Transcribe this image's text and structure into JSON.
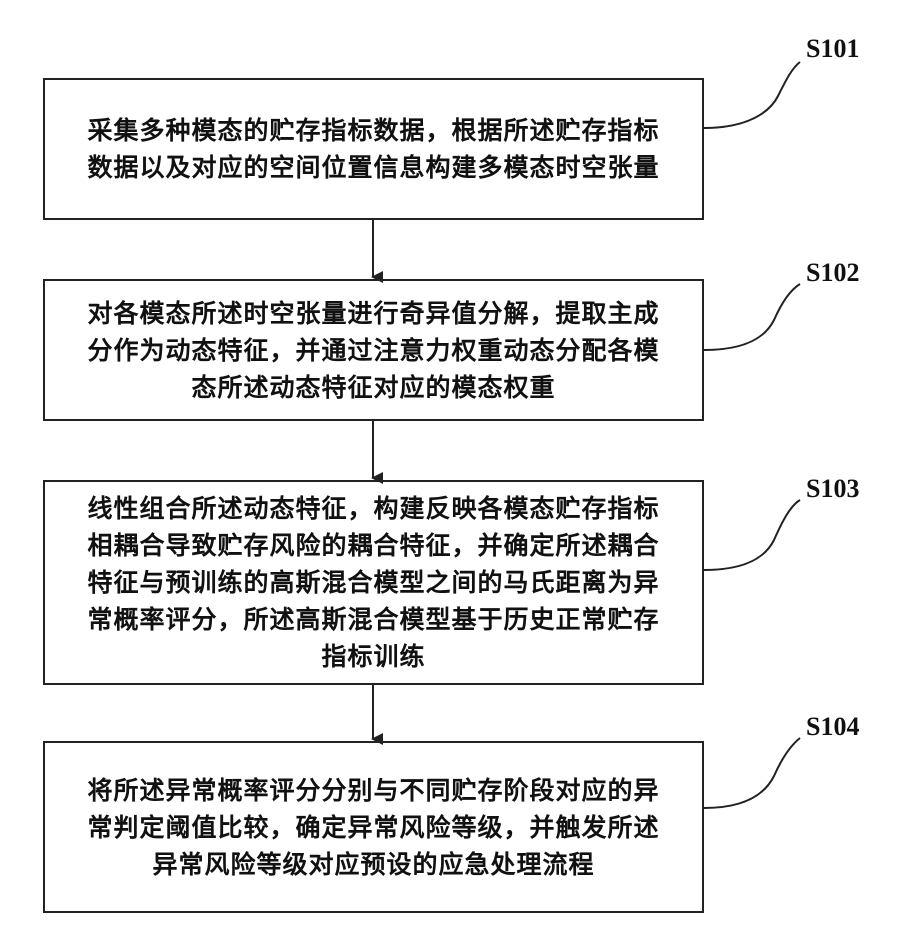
{
  "steps": [
    {
      "id": "S101",
      "lines": [
        "采集多种模态的贮存指标数据，根据所述贮存指标",
        "数据以及对应的空间位置信息构建多模态时空张量"
      ]
    },
    {
      "id": "S102",
      "lines": [
        "对各模态所述时空张量进行奇异值分解，提取主成",
        "分作为动态特征，并通过注意力权重动态分配各模",
        "态所述动态特征对应的模态权重"
      ]
    },
    {
      "id": "S103",
      "lines": [
        "线性组合所述动态特征，构建反映各模态贮存指标",
        "相耦合导致贮存风险的耦合特征，并确定所述耦合",
        "特征与预训练的高斯混合模型之间的马氏距离为异",
        "常概率评分，所述高斯混合模型基于历史正常贮存",
        "指标训练"
      ]
    },
    {
      "id": "S104",
      "lines": [
        "将所述异常概率评分分别与不同贮存阶段对应的异",
        "常判定阈值比较，确定异常风险等级，并触发所述",
        "异常风险等级对应预设的应急处理流程"
      ]
    }
  ]
}
